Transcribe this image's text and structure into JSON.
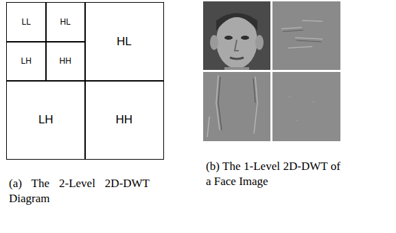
{
  "diagram": {
    "nodes": [
      {
        "text": [
          "LL"
        ]
      },
      {
        "text": [
          "HL"
        ]
      },
      {
        "text": [
          "LH"
        ]
      },
      {
        "text": [
          "HH"
        ]
      },
      {
        "text": [
          "HL"
        ]
      },
      {
        "text": [
          "LH"
        ]
      },
      {
        "text": [
          "HH"
        ]
      }
    ],
    "labels": [
      "(a) The 2-Level 2D-DWT Diagram",
      "(b) The 1-Level 2D-DWT of a Face Image"
    ]
  }
}
